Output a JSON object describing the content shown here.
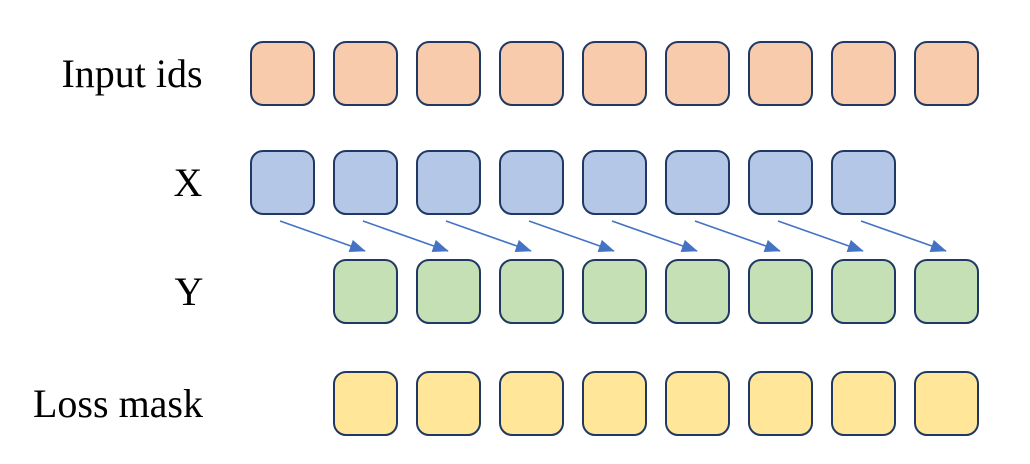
{
  "diagram": {
    "colors": {
      "border": "#1F3864",
      "arrow": "#4472C4",
      "background": "#FFFFFF",
      "label_text": "#000000"
    },
    "rows": [
      {
        "id": "input-ids",
        "label": "Input ids",
        "count": 9,
        "fill": "#F8CBAD"
      },
      {
        "id": "x",
        "label": "X",
        "count": 8,
        "fill": "#B4C7E7"
      },
      {
        "id": "y",
        "label": "Y",
        "count": 8,
        "fill": "#C5E0B4"
      },
      {
        "id": "loss-mask",
        "label": "Loss mask",
        "count": 8,
        "fill": "#FFE699"
      }
    ],
    "arrows": {
      "count": 8,
      "from_row": "x",
      "to_row": "y"
    }
  }
}
